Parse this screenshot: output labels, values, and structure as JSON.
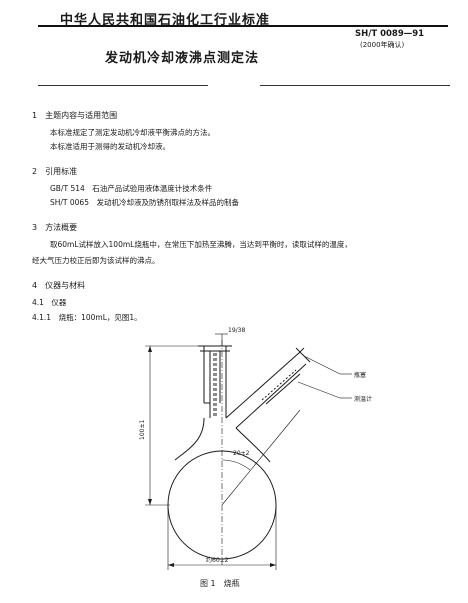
{
  "header": {
    "org_title": "中华人民共和国石油化工行业标准",
    "standard_no": "SH/T 0089—91",
    "standard_sub": "(2000年确认)"
  },
  "doc_title": "发动机冷却液沸点测定法",
  "sections": {
    "s1": {
      "heading": "1　主题内容与适用范围",
      "lines": [
        "本标准规定了测定发动机冷却液平衡沸点的方法。",
        "本标准适用于测得的发动机冷却液。"
      ]
    },
    "s2": {
      "heading": "2　引用标准",
      "lines": [
        "GB/T 514　石油产品试验用液体温度计技术条件",
        "SH/T 0065　发动机冷却液及防锈剂取样法及样品的制备"
      ]
    },
    "s3": {
      "heading": "3　方法概要",
      "lines": [
        "取60mL试样放入100mL烧瓶中，在常压下加热至沸腾，当达到平衡时，读取试样的温度，",
        "经大气压力校正后即为该试样的沸点。"
      ]
    },
    "s4": {
      "heading": "4　仪器与材料",
      "sub1": "4.1　仪器",
      "sub11": "4.1.1　烧瓶：100mL，见图1。"
    }
  },
  "figure": {
    "top_dim": "19/38",
    "left_dim": "100±1",
    "label_stopper": "瓶塞",
    "label_thermometer": "测温计",
    "angle_dim": "20±2",
    "bottom_dim": "约60±2",
    "caption": "图 1　烧瓶"
  }
}
